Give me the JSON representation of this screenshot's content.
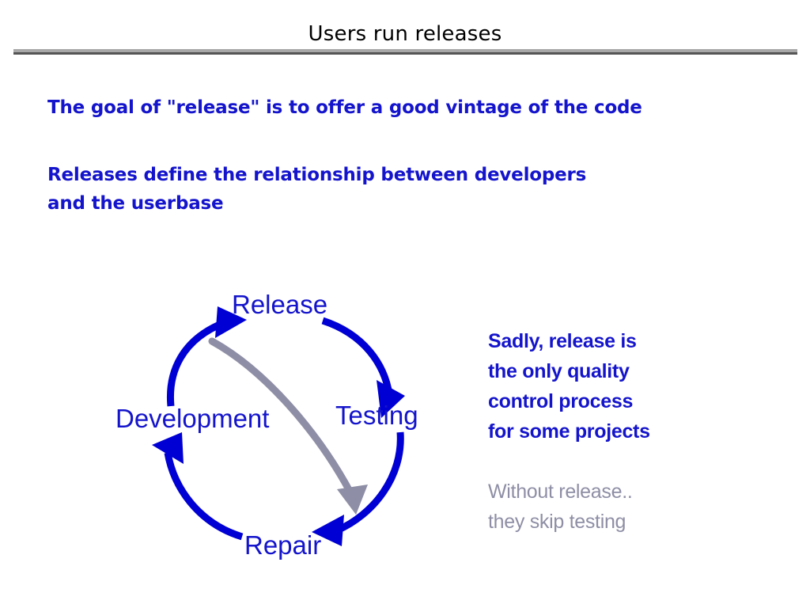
{
  "slide": {
    "title": "Users run releases",
    "background_color": "#ffffff",
    "accent_blue": "#1414cc",
    "accent_gray": "#8e8ea6",
    "rule_light": "#a8a8a8",
    "rule_dark": "#555555"
  },
  "bullets": [
    {
      "text": "The goal of \"release\" is to offer a good vintage of the code"
    },
    {
      "text": "Releases define the relationship between developers\nand the userbase"
    }
  ],
  "notes": [
    {
      "text": "Sadly, release is\nthe only quality\ncontrol process\nfor some projects",
      "color": "#1414cc"
    },
    {
      "text": "Without release..\nthey skip testing",
      "color": "#8e8ea6"
    }
  ],
  "diagram": {
    "type": "cycle",
    "nodes": [
      {
        "id": "release",
        "label": "Release"
      },
      {
        "id": "testing",
        "label": "Testing"
      },
      {
        "id": "repair",
        "label": "Repair"
      },
      {
        "id": "development",
        "label": "Development"
      }
    ],
    "edges": [
      {
        "from": "development",
        "to": "release",
        "color": "#0000d4",
        "style": "curved-arrow"
      },
      {
        "from": "release",
        "to": "testing",
        "color": "#0000d4",
        "style": "curved-arrow"
      },
      {
        "from": "testing",
        "to": "repair",
        "color": "#0000d4",
        "style": "curved-arrow"
      },
      {
        "from": "repair",
        "to": "development",
        "color": "#0000d4",
        "style": "curved-arrow"
      },
      {
        "from": "release",
        "to": "repair",
        "color": "#8e8ea6",
        "style": "curved-arrow-shortcut"
      }
    ]
  }
}
